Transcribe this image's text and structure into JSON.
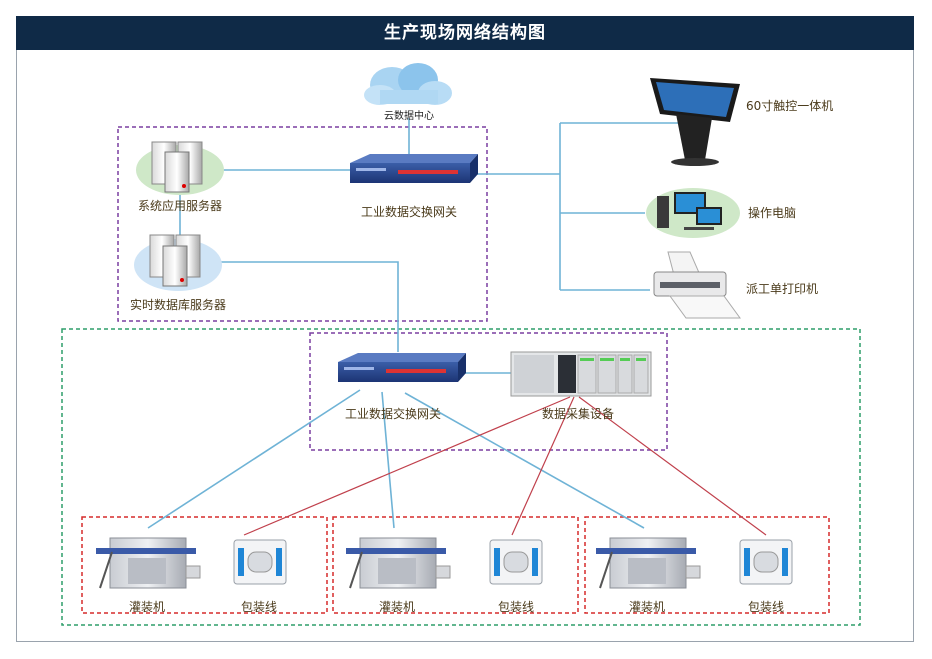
{
  "title": "生产现场网络结构图",
  "nodes": {
    "cloud": "云数据中心",
    "gateway_top": "工业数据交换网关",
    "app_server": "系统应用服务器",
    "db_server": "实时数据库服务器",
    "touch_terminal": "60寸触控一体机",
    "operator_pc": "操作电脑",
    "printer": "派工单打印机",
    "gateway_bottom": "工业数据交换网关",
    "data_collector": "数据采集设备"
  },
  "lines": [
    {
      "filler": "灌装机",
      "packer": "包装线"
    },
    {
      "filler": "灌装机",
      "packer": "包装线"
    },
    {
      "filler": "灌装机",
      "packer": "包装线"
    }
  ],
  "colors": {
    "title_bg": "#0f2a47",
    "network_link": "#6fb3d6",
    "control_link": "#c0404c",
    "purple_zone": "#7a3fa0",
    "green_zone": "#2e9e6a",
    "red_zone": "#d62c2c"
  }
}
